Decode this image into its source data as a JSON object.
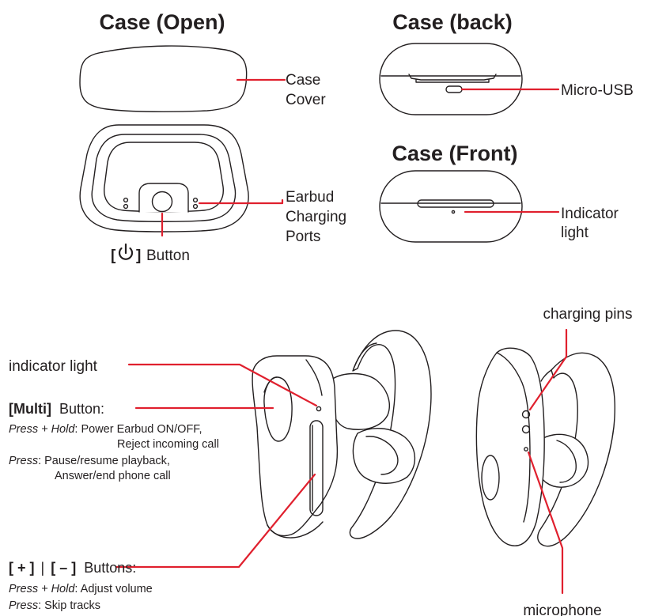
{
  "titles": {
    "case_open": "Case (Open)",
    "case_back": "Case (back)",
    "case_front": "Case (Front)"
  },
  "labels": {
    "case_cover_1": "Case",
    "case_cover_2": "Cover",
    "earbud_ports_1": "Earbud",
    "earbud_ports_2": "Charging",
    "earbud_ports_3": "Ports",
    "power_button_open": "[",
    "power_button_close": "]",
    "power_button_text": "Button",
    "micro_usb": "Micro-USB",
    "indicator_light_front_1": "Indicator",
    "indicator_light_front_2": "light",
    "charging_pins": "charging pins",
    "indicator_light": "indicator light",
    "multi_button_bold": "[Multi]",
    "multi_button_text": "Button:",
    "multi_press_hold_label": "Press + Hold",
    "multi_press_hold_text": ": Power Earbud ON/OFF,",
    "multi_press_hold_text_2": "Reject incoming call",
    "multi_press_label": "Press",
    "multi_press_text": ": Pause/resume playback,",
    "multi_press_text_2": "Answer/end phone call",
    "vol_plus": "[ + ]",
    "vol_sep": "|",
    "vol_minus": "[ – ]",
    "vol_text": "Buttons:",
    "vol_press_hold_label": "Press + Hold",
    "vol_press_hold_text": ": Adjust volume",
    "vol_press_label": "Press",
    "vol_press_text": ": Skip tracks",
    "microphone": "microphone"
  },
  "colors": {
    "callout_line": "#e0202e",
    "outline": "#231f20"
  },
  "icons": {
    "power": "power-icon"
  }
}
